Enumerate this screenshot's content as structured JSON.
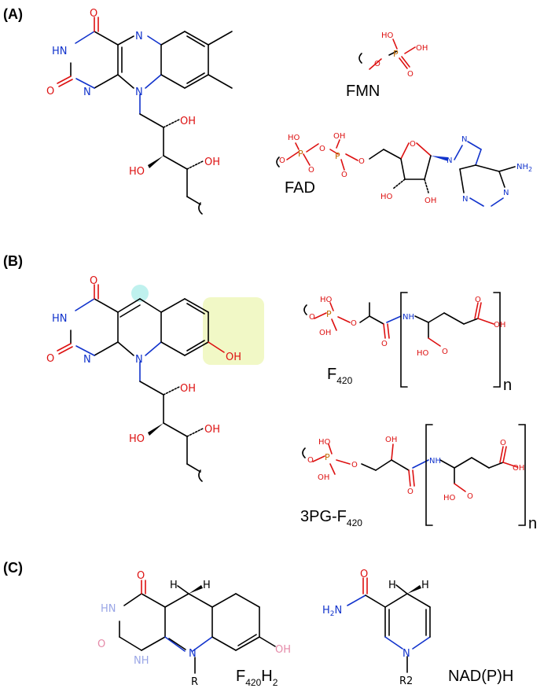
{
  "panels": {
    "a": "(A)",
    "b": "(B)",
    "c": "(C)"
  },
  "names": {
    "fmn": "FMN",
    "fad": "FAD",
    "f420": "F",
    "f420_sub": "420",
    "n_rep": "n",
    "pg3": "3PG-F",
    "pg3_sub": "420",
    "n_rep2": "n",
    "f420h2": "F",
    "f420h2_sub": "420",
    "f420h2_h": "H",
    "f420h2_h_sub": "2",
    "nadph": "NAD(P)H"
  },
  "atoms": {
    "O": "O",
    "N": "N",
    "HN": "HN",
    "OH": "OH",
    "HO": "HO",
    "H": "H",
    "NH2": "NH",
    "NH2_sub": "2",
    "H2N": "H",
    "H2N_2": "2",
    "H2N_N": "N",
    "NH": "NH",
    "P": "P",
    "R": "R",
    "R2": "R2"
  },
  "colors": {
    "oxygen": "#dd1111",
    "nitrogen": "#1133cc",
    "phosphorus": "#c16a00",
    "highlight_cyan": "#bff1ee",
    "highlight_yellow": "#f1f8c6"
  }
}
